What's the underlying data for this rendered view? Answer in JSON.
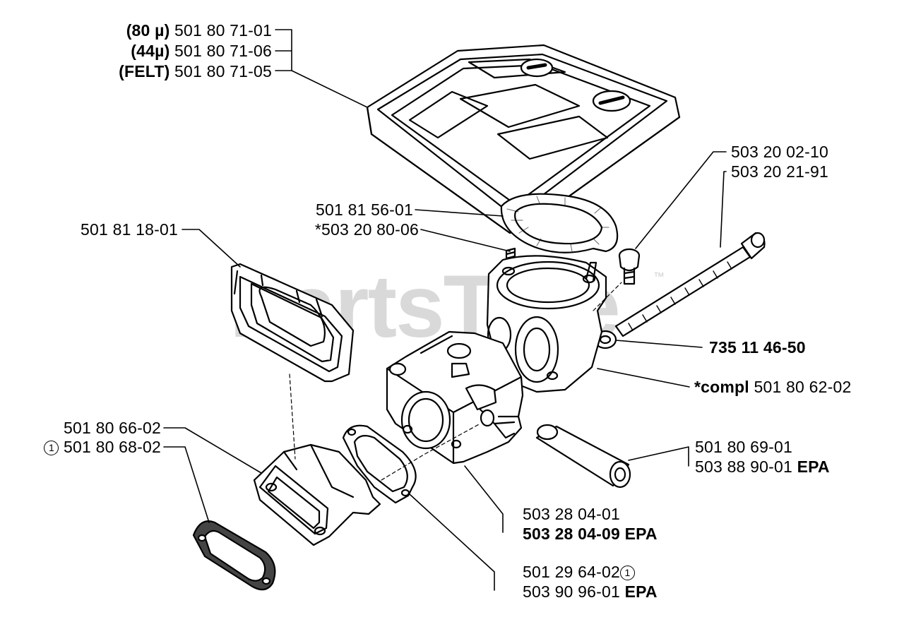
{
  "watermark": {
    "text": "PartsTree",
    "tm": "™"
  },
  "callouts": {
    "filter_80": {
      "prefix": "(80 µ)",
      "number": "501 80 71-01"
    },
    "filter_44": {
      "prefix": "(44µ)",
      "number": "501 80 71-06"
    },
    "filter_felt": {
      "prefix": "(FELT)",
      "number": "501 80 71-05"
    },
    "screw_short": {
      "number": "503 20 02-10"
    },
    "screw_long": {
      "number": "503 20 21-91"
    },
    "gasket_top": {
      "number": "501 81 56-01"
    },
    "stud": {
      "number": "*503 20 80-06"
    },
    "frame": {
      "number": "501 81 18-01"
    },
    "washer": {
      "number": "735 11 46-50"
    },
    "adapter_compl": {
      "prefix": "*compl",
      "number": "501 80 62-02"
    },
    "tube_a": {
      "number": "501 80 69-01"
    },
    "tube_b": {
      "number": "503 88 90-01",
      "suffix": "EPA"
    },
    "manifold_a": {
      "number": "501 80 66-02"
    },
    "manifold_b": {
      "marker": "1",
      "number": "501 80 68-02"
    },
    "carb_a": {
      "number": "503 28 04-01"
    },
    "carb_b": {
      "number": "503 28 04-09",
      "suffix": "EPA"
    },
    "gasket_bottom_a": {
      "number": "501 29 64-02",
      "marker": "1"
    },
    "gasket_bottom_b": {
      "number": "503 90 96-01",
      "suffix": "EPA"
    }
  }
}
